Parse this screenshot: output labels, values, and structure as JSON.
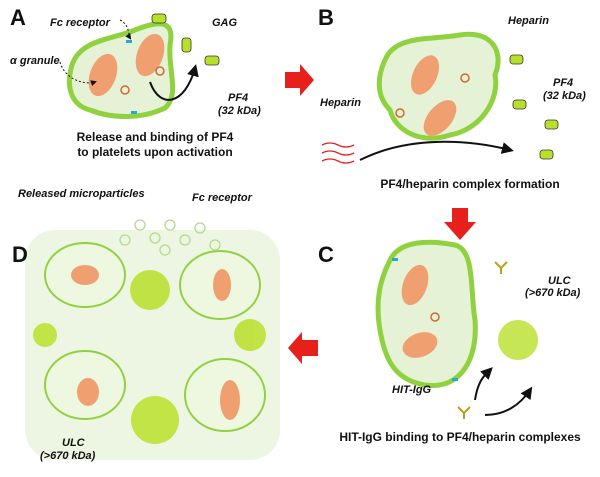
{
  "panels": {
    "A": {
      "letter": "A",
      "caption_line1": "Release and binding of PF4",
      "caption_line2": "to platelets upon activation",
      "labels": {
        "fc_receptor": "Fc receptor",
        "granule": "α granule",
        "gag": "GAG",
        "pf4": "PF4",
        "pf4_mass": "(32 kDa)"
      }
    },
    "B": {
      "letter": "B",
      "caption": "PF4/heparin complex formation",
      "labels": {
        "heparin_top": "Heparin",
        "heparin_left": "Heparin",
        "pf4": "PF4",
        "pf4_mass": "(32 kDa)"
      }
    },
    "C": {
      "letter": "C",
      "caption": "HIT-IgG binding to PF4/heparin complexes",
      "labels": {
        "ulc": "ULC",
        "ulc_mass": "(>670 kDa)",
        "hit_igg": "HIT-IgG"
      }
    },
    "D": {
      "letter": "D",
      "labels": {
        "microparticles": "Released microparticles",
        "fc_receptor": "Fc receptor",
        "ulc": "ULC",
        "ulc_mass": "(>670 kDa)"
      }
    }
  },
  "colors": {
    "membrane": "#8fd13f",
    "cytoplasm": "#e6f2d6",
    "granule": "#f0a070",
    "arrow": "#e8201c",
    "receptor": "#29a8d8",
    "pf4": "#b8e02a"
  }
}
